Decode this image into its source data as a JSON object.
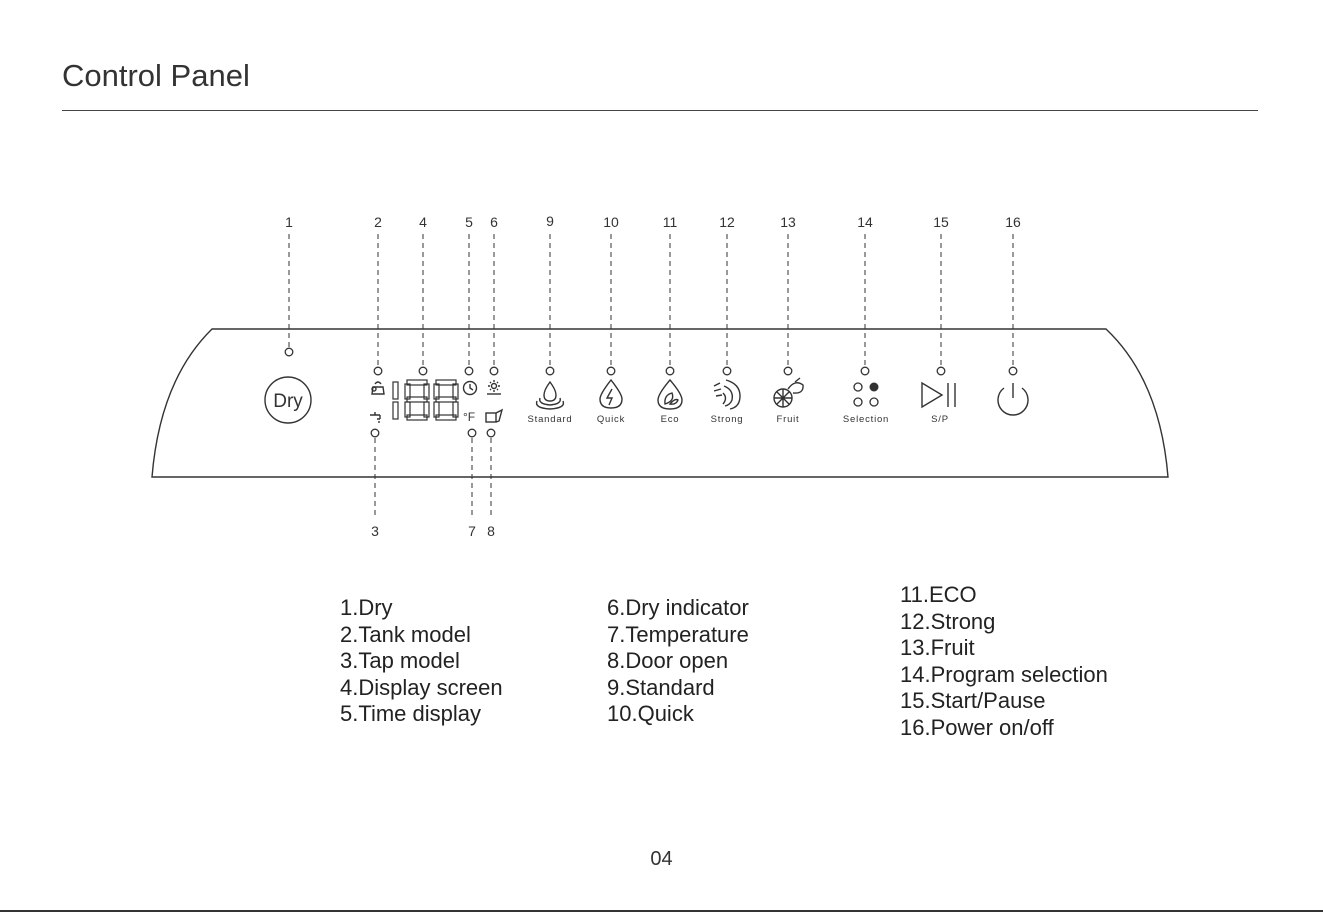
{
  "page": {
    "title": "Control Panel",
    "page_number": "04"
  },
  "callouts_top": [
    "1",
    "2",
    "4",
    "5",
    "6",
    "9",
    "10",
    "11",
    "12",
    "13",
    "14",
    "15",
    "16"
  ],
  "callouts_bottom": [
    "3",
    "7",
    "8"
  ],
  "panel": {
    "dry_button": "Dry",
    "display_digits": "188",
    "temp_unit": "°F",
    "program_labels": [
      "Standard",
      "Quick",
      "Eco",
      "Strong",
      "Fruit",
      "Selection",
      "S/P"
    ]
  },
  "legend": {
    "col1": [
      "1.Dry",
      "2.Tank model",
      "3.Tap model",
      "4.Display screen",
      "5.Time display"
    ],
    "col2": [
      "6.Dry indicator",
      "7.Temperature",
      "8.Door open",
      "9.Standard",
      "10.Quick"
    ],
    "col3": [
      "11.ECO",
      "12.Strong",
      "13.Fruit",
      "14.Program selection",
      "15.Start/Pause",
      "16.Power on/off"
    ]
  }
}
